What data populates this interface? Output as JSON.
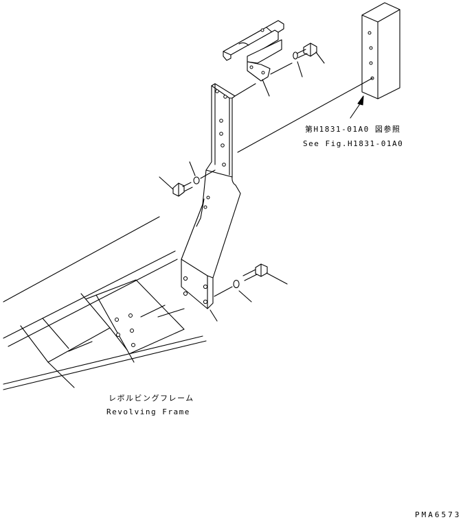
{
  "labels": {
    "ref_jp": "第H1831-01A0 図参照",
    "ref_en": "See Fig.H1831-01A0",
    "frame_jp": "レボルビングフレーム",
    "frame_en": "Revolving Frame",
    "drawing_code": "PMA6573"
  }
}
